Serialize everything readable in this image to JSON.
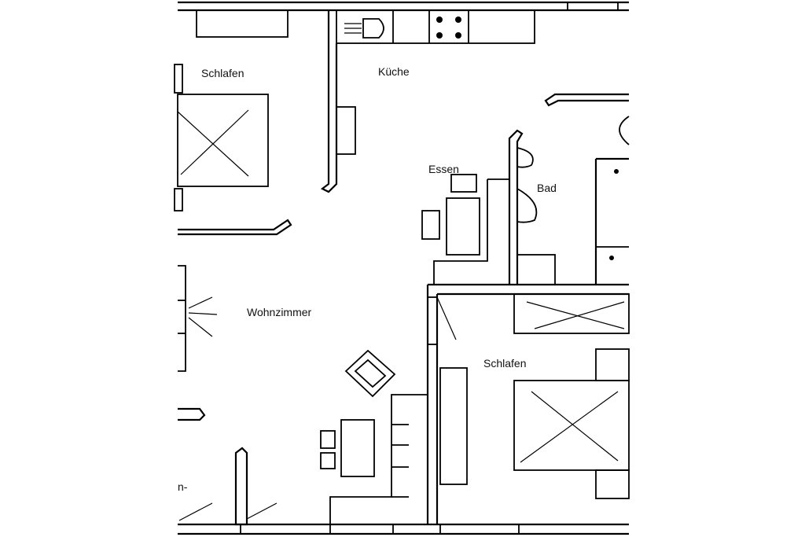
{
  "rooms": {
    "schlafen_top": "Schlafen",
    "kueche": "Küche",
    "essen": "Essen",
    "bad": "Bad",
    "wohnzimmer": "Wohnzimmer",
    "schlafen_bottom": "Schlafen",
    "partial_label": "n-"
  },
  "colors": {
    "line": "#000000",
    "background": "#ffffff"
  }
}
